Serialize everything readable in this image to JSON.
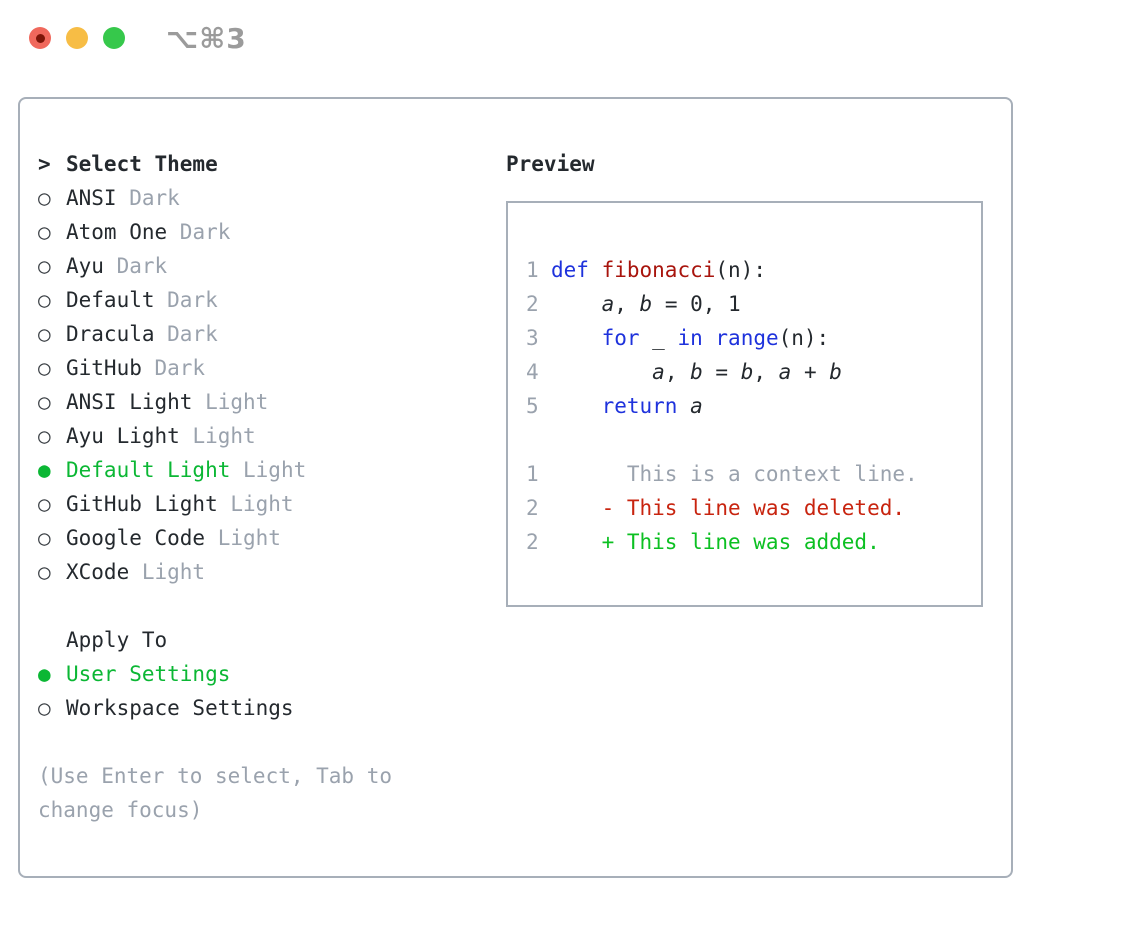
{
  "titlebar": {
    "shortcut": "⌥⌘3",
    "traffic_lights": [
      "close",
      "minimize",
      "zoom"
    ]
  },
  "colors": {
    "text": "#24292e",
    "muted": "#9aa2ad",
    "border": "#a7afb9",
    "accent": "#0bb734",
    "kw": "#1e32dc",
    "fn": "#a8140d",
    "del": "#c8240f",
    "add": "#0cc022",
    "bullet": "#3c4146",
    "title_gray": "#9b9b9b",
    "tl_red": "#f0685c",
    "tl_red_dot": "#7d1508",
    "tl_yellow": "#f7bd45",
    "tl_green": "#36c84b"
  },
  "theme_select": {
    "prompt": ">",
    "title": "Select Theme",
    "radio_empty": "○",
    "radio_filled": "●",
    "items": [
      {
        "label": "ANSI",
        "suffix": "Dark",
        "selected": false
      },
      {
        "label": "Atom One",
        "suffix": "Dark",
        "selected": false
      },
      {
        "label": "Ayu",
        "suffix": "Dark",
        "selected": false
      },
      {
        "label": "Default",
        "suffix": "Dark",
        "selected": false
      },
      {
        "label": "Dracula",
        "suffix": "Dark",
        "selected": false
      },
      {
        "label": "GitHub",
        "suffix": "Dark",
        "selected": false
      },
      {
        "label": "ANSI Light",
        "suffix": "Light",
        "selected": false
      },
      {
        "label": "Ayu Light",
        "suffix": "Light",
        "selected": false
      },
      {
        "label": "Default Light",
        "suffix": "Light",
        "selected": true
      },
      {
        "label": "GitHub Light",
        "suffix": "Light",
        "selected": false
      },
      {
        "label": "Google Code",
        "suffix": "Light",
        "selected": false
      },
      {
        "label": "XCode",
        "suffix": "Light",
        "selected": false
      }
    ]
  },
  "apply_to": {
    "title": "Apply To",
    "items": [
      {
        "label": "User Settings",
        "selected": true
      },
      {
        "label": "Workspace Settings",
        "selected": false
      }
    ]
  },
  "hint": {
    "line1": "(Use Enter to select, Tab to",
    "line2": "change focus)"
  },
  "preview": {
    "title": "Preview",
    "code_lines": [
      {
        "num": "1",
        "tokens": [
          [
            "kw",
            "def"
          ],
          [
            "pl",
            " "
          ],
          [
            "fn",
            "fibonacci"
          ],
          [
            "pl",
            "(n):"
          ]
        ]
      },
      {
        "num": "2",
        "tokens": [
          [
            "pl",
            "    "
          ],
          [
            "var",
            "a"
          ],
          [
            "pl",
            ", "
          ],
          [
            "var",
            "b"
          ],
          [
            "pl",
            " = 0, 1"
          ]
        ]
      },
      {
        "num": "3",
        "tokens": [
          [
            "pl",
            "    "
          ],
          [
            "kw",
            "for"
          ],
          [
            "pl",
            " _ "
          ],
          [
            "kw",
            "in"
          ],
          [
            "pl",
            " "
          ],
          [
            "kw",
            "range"
          ],
          [
            "pl",
            "(n):"
          ]
        ]
      },
      {
        "num": "4",
        "tokens": [
          [
            "pl",
            "        "
          ],
          [
            "var",
            "a"
          ],
          [
            "pl",
            ", "
          ],
          [
            "var",
            "b"
          ],
          [
            "pl",
            " = "
          ],
          [
            "var",
            "b"
          ],
          [
            "pl",
            ", "
          ],
          [
            "var",
            "a"
          ],
          [
            "pl",
            " + "
          ],
          [
            "var",
            "b"
          ]
        ]
      },
      {
        "num": "5",
        "tokens": [
          [
            "pl",
            "    "
          ],
          [
            "kw",
            "return"
          ],
          [
            "pl",
            " "
          ],
          [
            "var",
            "a"
          ]
        ]
      },
      {
        "num": "",
        "tokens": []
      },
      {
        "num": "1",
        "tokens": [
          [
            "ctx",
            "      This is a context line."
          ]
        ]
      },
      {
        "num": "2",
        "tokens": [
          [
            "del",
            "    - This line was deleted."
          ]
        ]
      },
      {
        "num": "2",
        "tokens": [
          [
            "add",
            "    + This line was added."
          ]
        ]
      }
    ]
  }
}
